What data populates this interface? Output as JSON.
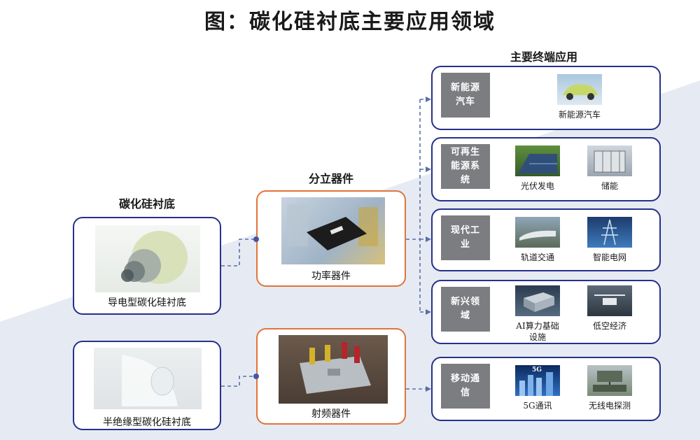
{
  "title": "图：碳化硅衬底主要应用领域",
  "sections": {
    "substrate": "碳化硅衬底",
    "discrete": "分立器件",
    "applications": "主要终端应用"
  },
  "substrates": [
    {
      "caption": "导电型碳化硅衬底"
    },
    {
      "caption": "半绝缘型碳化硅衬底"
    }
  ],
  "devices": [
    {
      "caption": "功率器件"
    },
    {
      "caption": "射频器件"
    }
  ],
  "applications": [
    {
      "tag": "新能源汽车",
      "items": [
        {
          "caption": "新能源汽车",
          "icon": "electric-car-image"
        }
      ]
    },
    {
      "tag": "可再生能源系统",
      "items": [
        {
          "caption": "光伏发电",
          "icon": "solar-panel-image"
        },
        {
          "caption": "储能",
          "icon": "energy-storage-image"
        }
      ]
    },
    {
      "tag": "现代工业",
      "items": [
        {
          "caption": "轨道交通",
          "icon": "rail-transit-image"
        },
        {
          "caption": "智能电网",
          "icon": "smart-grid-image"
        }
      ]
    },
    {
      "tag": "新兴领域",
      "items": [
        {
          "caption": "AI算力基础设施",
          "icon": "data-center-image"
        },
        {
          "caption": "低空经济",
          "icon": "drone-image"
        }
      ]
    },
    {
      "tag": "移动通信",
      "items": [
        {
          "caption": "5G通讯",
          "icon": "5g-city-image"
        },
        {
          "caption": "无线电探测",
          "icon": "radar-image"
        }
      ]
    }
  ],
  "icons": {
    "5g_badge": "5G"
  },
  "colors": {
    "substrate_border": "#26318a",
    "device_border": "#e0743a",
    "tag_bg": "#7c7d80",
    "connector": "#5a6fa8",
    "background_wedge": "#e6ebf3"
  }
}
